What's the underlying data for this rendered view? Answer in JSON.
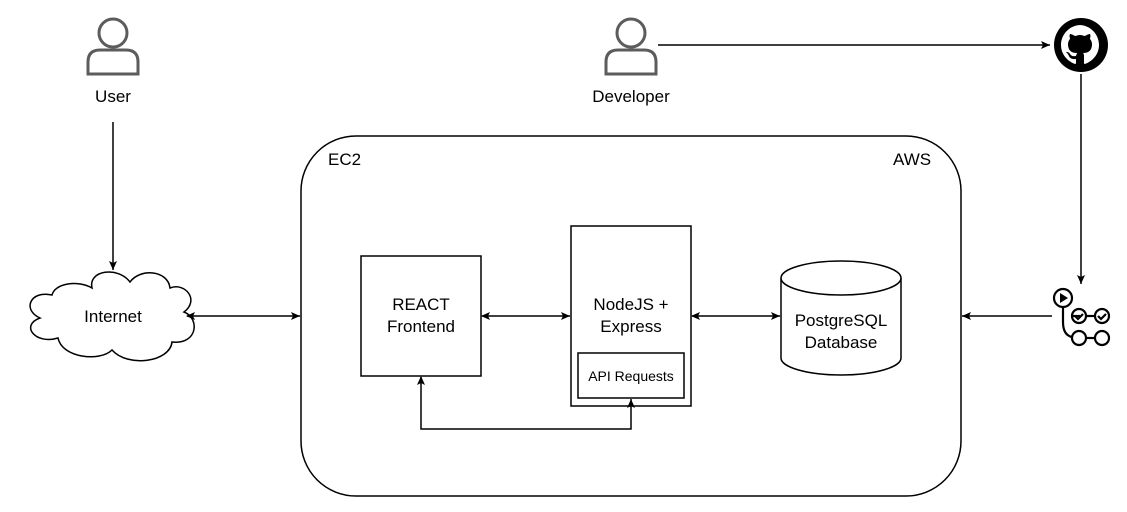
{
  "actors": {
    "user": {
      "label": "User",
      "icon": "person-icon"
    },
    "developer": {
      "label": "Developer",
      "icon": "person-icon"
    }
  },
  "external": {
    "internet": {
      "label": "Internet",
      "icon": "cloud-icon"
    },
    "github": {
      "icon": "github-icon"
    },
    "actions": {
      "icon": "github-actions-icon"
    }
  },
  "aws": {
    "ec2_label": "EC2",
    "aws_label": "AWS",
    "frontend": {
      "line1": "REACT",
      "line2": "Frontend"
    },
    "backend": {
      "line1": "NodeJS +",
      "line2": "Express",
      "inner": "API Requests"
    },
    "database": {
      "line1": "PostgreSQL",
      "line2": "Database"
    }
  },
  "colors": {
    "stroke": "#000000",
    "fill": "#ffffff",
    "person": "#5c5c5c"
  }
}
